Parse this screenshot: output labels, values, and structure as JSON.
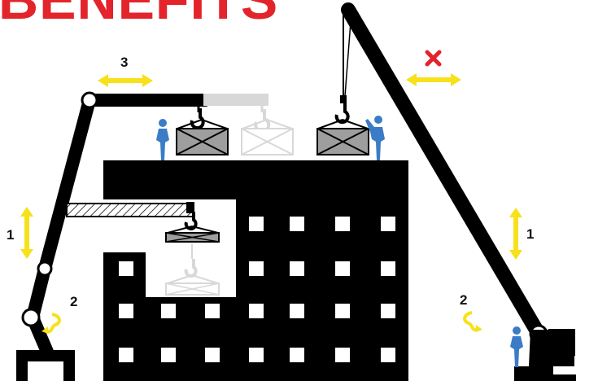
{
  "title": "BENEFITS",
  "labels": {
    "left_vertical": "1",
    "left_rotation": "2",
    "left_horizontal": "3",
    "right_vertical": "1",
    "right_rotation": "2"
  },
  "colors": {
    "title": "#e3242b",
    "structure": "#000000",
    "arrow": "#f7e11a",
    "cross": "#e3242b",
    "person": "#3a7cc6",
    "crate_fill": "#9e9e9e",
    "crate_ghost": "#d8d8d8"
  },
  "icons": [
    "cross-mark-icon",
    "hook-icon",
    "person-icon",
    "rotation-arrow-icon",
    "double-arrow-icon"
  ]
}
